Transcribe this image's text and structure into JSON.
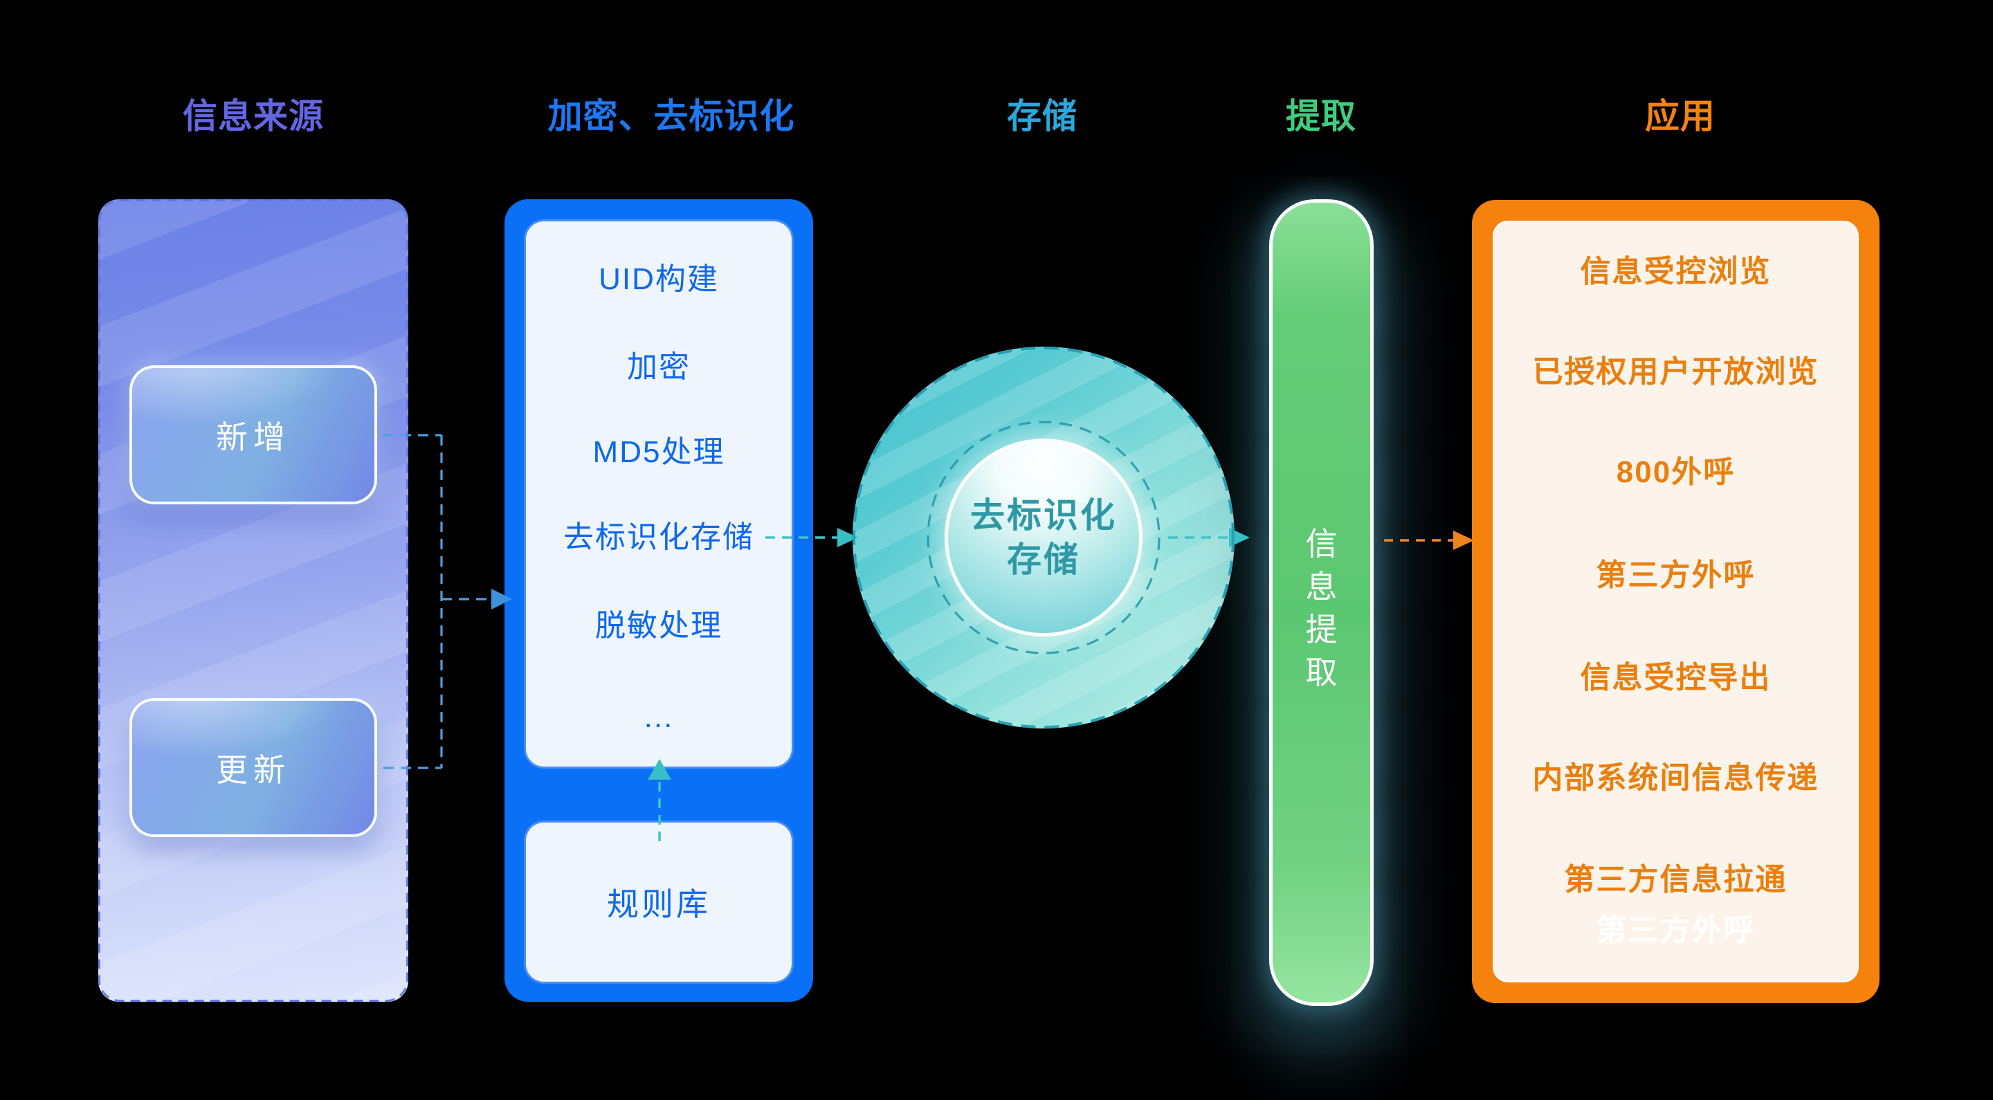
{
  "columns": {
    "source": {
      "header": "信息来源",
      "header_color": "#6366e3",
      "buttons": [
        {
          "label": "新增"
        },
        {
          "label": "更新"
        }
      ]
    },
    "process": {
      "header": "加密、去标识化",
      "header_color": "#1d78f4",
      "steps": [
        "UID构建",
        "加密",
        "MD5处理",
        "去标识化存储",
        "脱敏处理",
        "..."
      ],
      "rulebase_label": "规则库"
    },
    "storage": {
      "header": "存储",
      "header_color": "#2aa7dc",
      "circle_line1": "去标识化",
      "circle_line2": "存储"
    },
    "extract": {
      "header": "提取",
      "header_color": "#3fcd7d",
      "bar_label": "信息提取"
    },
    "applications": {
      "header": "应用",
      "header_color": "#f5830d",
      "items": [
        "信息受控浏览",
        "已授权用户开放浏览",
        "800外呼",
        "第三方外呼",
        "信息受控导出",
        "内部系统间信息传递",
        "第三方信息拉通"
      ],
      "ghost_item": "第三方外呼"
    }
  },
  "colors": {
    "background": "#000000",
    "source_box_top": "#6b80e7",
    "source_box_bottom": "#dce3fb",
    "process_box": "#0a70f5",
    "process_inner": "#eff5fd",
    "process_text": "#0d68ed",
    "storage_circle": "#3fc0ce",
    "storage_text": "#2e98a6",
    "extract_bar": "#5cc771",
    "app_border": "#f5820d",
    "app_inner": "#fcf4eb",
    "app_text": "#ea7f0e",
    "wire_blue": "#4e9ee3",
    "wire_teal": "#41c3c9",
    "wire_orange": "#ef8432"
  }
}
